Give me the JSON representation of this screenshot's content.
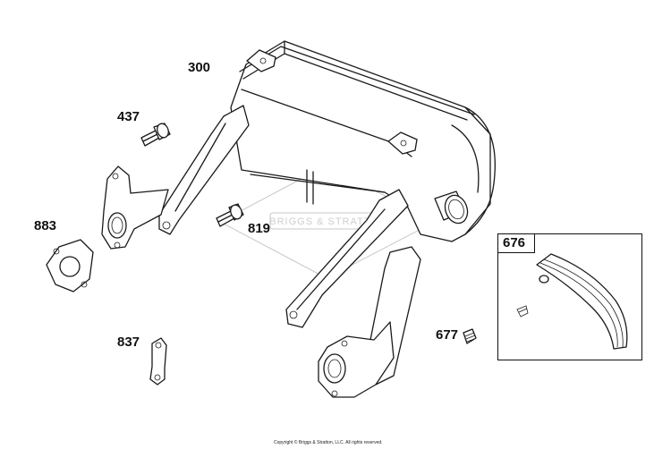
{
  "callouts": {
    "c300": "300",
    "c437": "437",
    "c883": "883",
    "c819": "819",
    "c837": "837",
    "c677": "677",
    "c676": "676"
  },
  "copyright": "Copyright © Briggs & Stratton, LLC. All rights reserved.",
  "watermark_text": "BRIGGS & STRATTON"
}
